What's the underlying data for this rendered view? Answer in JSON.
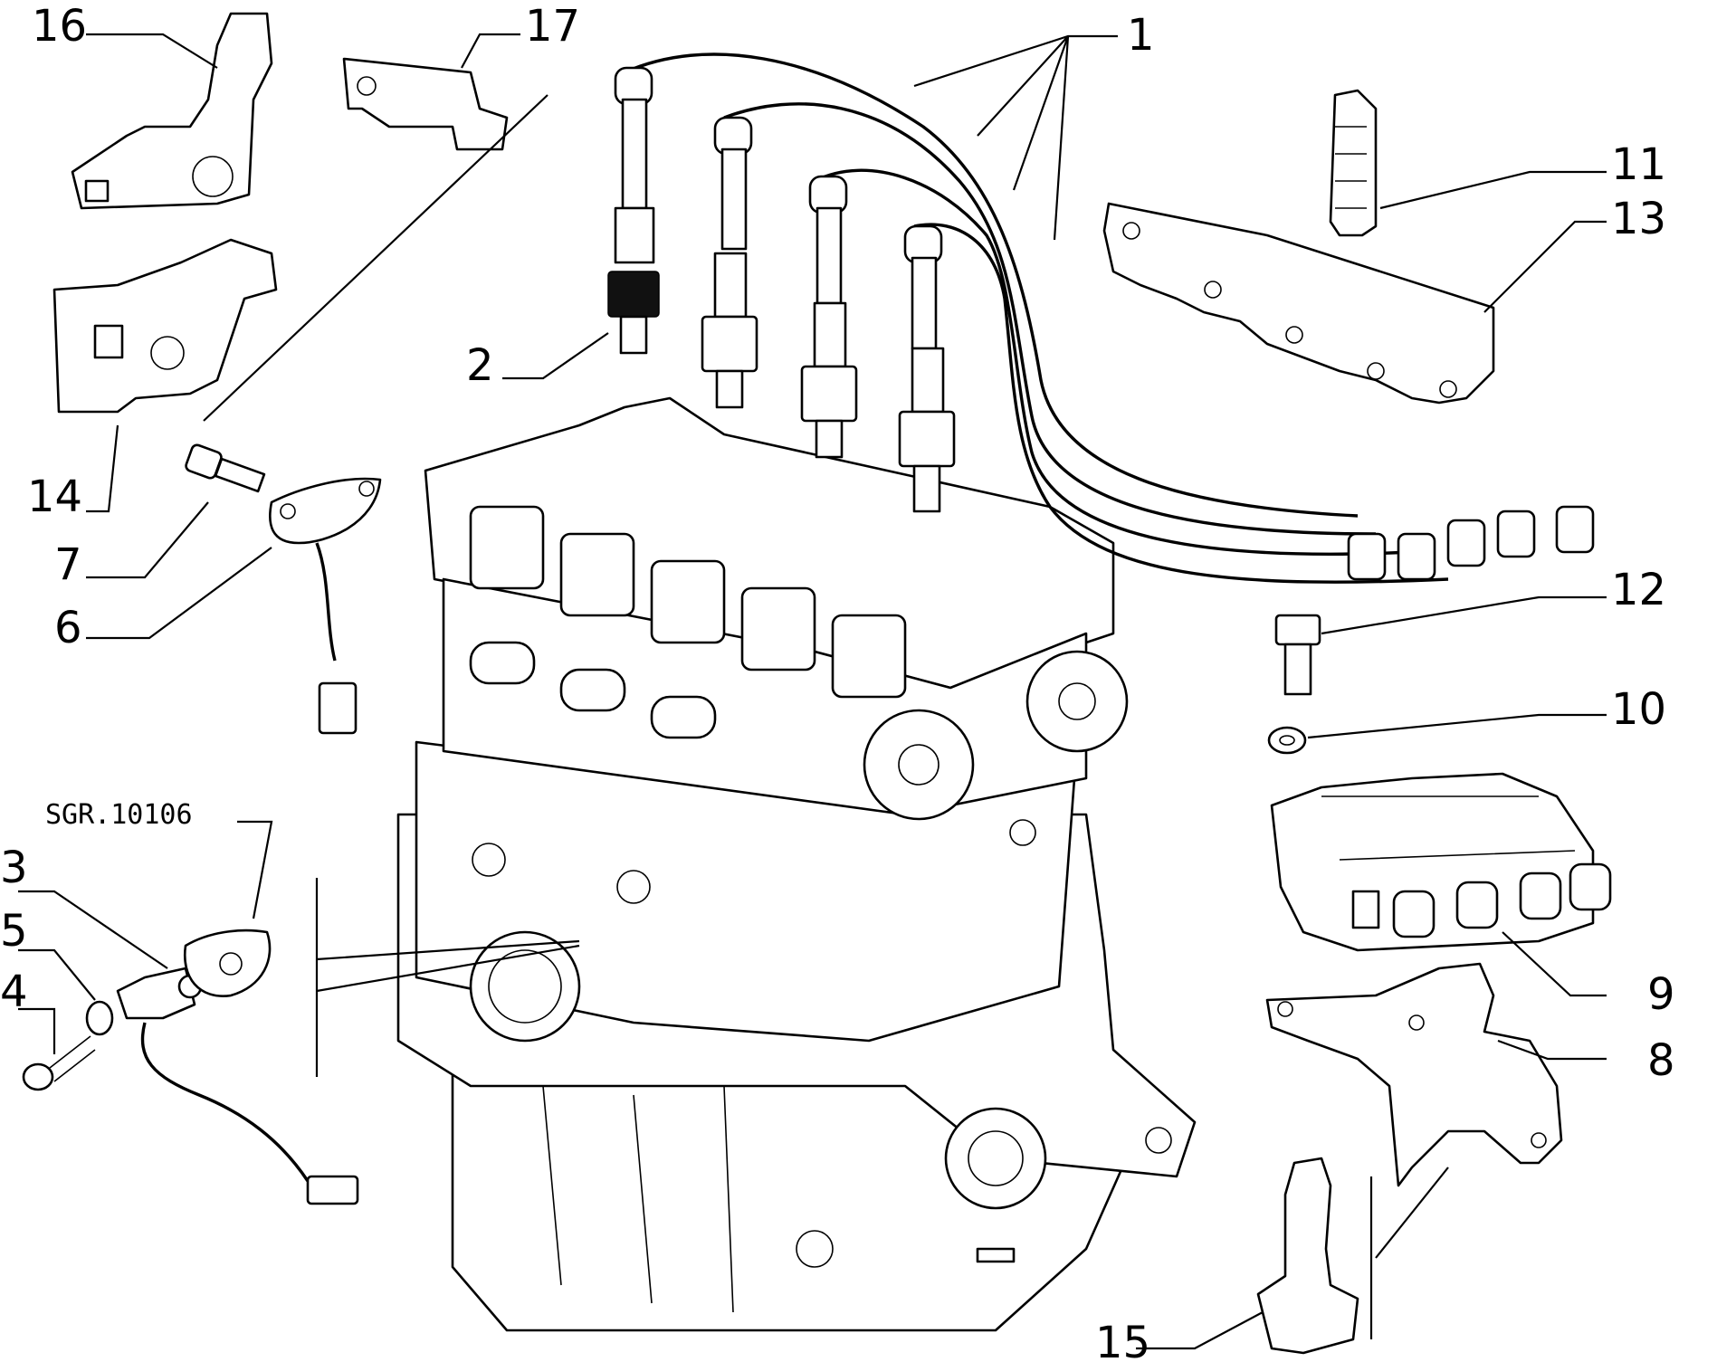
{
  "reference_code": "SGR.10106",
  "labels": {
    "p1": "1",
    "p2": "2",
    "p3": "3",
    "p4": "4",
    "p5": "5",
    "p6": "6",
    "p7": "7",
    "p8": "8",
    "p9": "9",
    "p10": "10",
    "p11": "11",
    "p12": "12",
    "p13": "13",
    "p14": "14",
    "p15": "15",
    "p16": "16",
    "p17": "17"
  }
}
